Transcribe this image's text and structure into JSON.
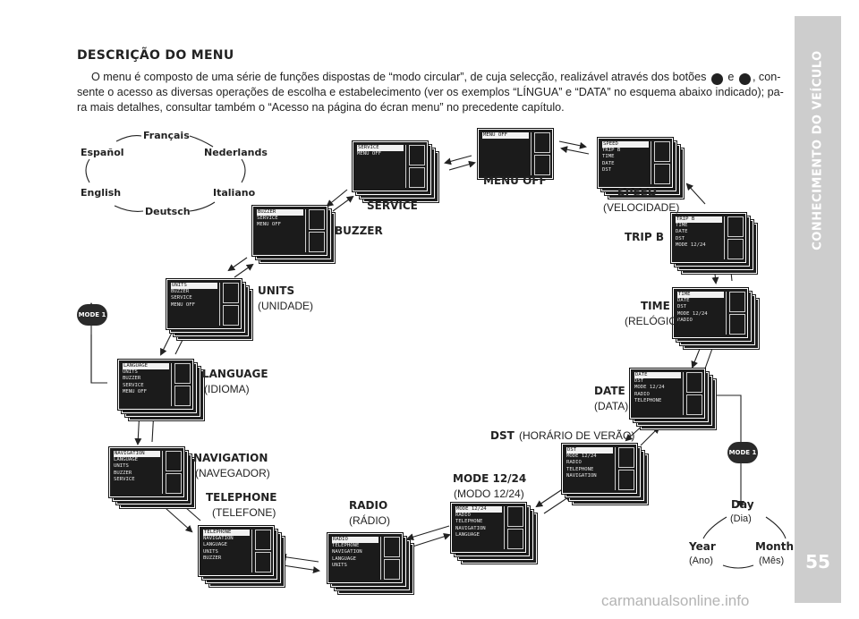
{
  "sidebar": {
    "title": "CONHECIMENTO DO VEÍCULO",
    "page_number": "55"
  },
  "section": {
    "heading": "DESCRIÇÃO DO MENU",
    "intro_part1": "O menu é composto de uma série de funções dispostas de “modo circular”, de cuja selecção, realizável através dos botões",
    "plus_symbol": "+",
    "conj": "e",
    "minus_symbol": "−",
    "intro_part2": ", con-",
    "intro_line2": "sente o acesso as diversas operações de escolha e estabelecimento (ver os exemplos “LÍNGUA” e “DATA” no esquema abaixo indicado); pa-",
    "intro_line3": "ra mais detalhes, consultar também o “Acesso na página do écran menu” no precedente capítulo."
  },
  "languages": {
    "francais": "Français",
    "espanol": "Español",
    "nederlands": "Nederlands",
    "english": "English",
    "italiano": "Italiano",
    "deutsch": "Deutsch"
  },
  "badges": {
    "mode_left": "MODE 1",
    "mode_right": "MODE 1"
  },
  "date_cycle": {
    "day": "Day",
    "day_pt": "(Dia)",
    "year": "Year",
    "year_pt": "(Ano)",
    "month": "Month",
    "month_pt": "(Mês)"
  },
  "screens": {
    "menu_off": {
      "label": "MENÙ OFF",
      "lines": [
        "MENU OFF"
      ]
    },
    "speed": {
      "label": "SPEED",
      "sub": "(VELOCIDADE)",
      "lines": [
        "SPEED",
        "TRIP B",
        "TIME",
        "DATE",
        "DST"
      ]
    },
    "trip_b": {
      "label": "TRIP B",
      "lines": [
        "TRIP B",
        "TIME",
        "DATE",
        "DST",
        "MODE 12/24"
      ]
    },
    "time": {
      "label": "TIME",
      "sub": "(RELÓGIO)",
      "lines": [
        "TIME",
        "DATE",
        "DST",
        "MODE 12/24",
        "RADIO"
      ]
    },
    "date": {
      "label": "DATE",
      "sub": "(DATA)",
      "lines": [
        "DATE",
        "DST",
        "MODE 12/24",
        "RADIO",
        "TELEPHONE"
      ]
    },
    "dst": {
      "label": "DST",
      "sub": "(HORÁRIO DE VERÃO)",
      "lines": [
        "DST",
        "MODE 12/24",
        "RADIO",
        "TELEPHONE",
        "NAVIGATION"
      ]
    },
    "mode": {
      "label": "MODE 12/24",
      "sub": "(MODO 12/24)",
      "lines": [
        "MODE 12/24",
        "RADIO",
        "TELEPHONE",
        "NAVIGATION",
        "LANGUAGE"
      ]
    },
    "radio": {
      "label": "RADIO",
      "sub": "(RÁDIO)",
      "lines": [
        "RADIO",
        "TELEPHONE",
        "NAVIGATION",
        "LANGUAGE",
        "UNITS"
      ]
    },
    "telephone": {
      "label": "TELEPHONE",
      "sub": "(TELEFONE)",
      "lines": [
        "TELEPHONE",
        "NAVIGATION",
        "LANGUAGE",
        "UNITS",
        "BUZZER"
      ]
    },
    "navigation": {
      "label": "NAVIGATION",
      "sub": "(NAVEGADOR)",
      "lines": [
        "NAVIGATION",
        "LANGUAGE",
        "UNITS",
        "BUZZER",
        "SERVICE"
      ]
    },
    "language": {
      "label": "LANGUAGE",
      "sub": "(IDIOMA)",
      "lines": [
        "LANGUAGE",
        "UNITS",
        "BUZZER",
        "SERVICE",
        "MENU OFF"
      ]
    },
    "units": {
      "label": "UNITS",
      "sub": "(UNIDADE)",
      "lines": [
        "UNITS",
        "BUZZER",
        "SERVICE",
        "MENU OFF"
      ]
    },
    "buzzer": {
      "label": "BUZZER",
      "lines": [
        "BUZZER",
        "SERVICE",
        "MENU OFF"
      ]
    },
    "service": {
      "label": "SERVICE",
      "lines": [
        "SERVICE",
        "MENU OFF"
      ]
    }
  },
  "watermark": "carmanualsonline.info"
}
